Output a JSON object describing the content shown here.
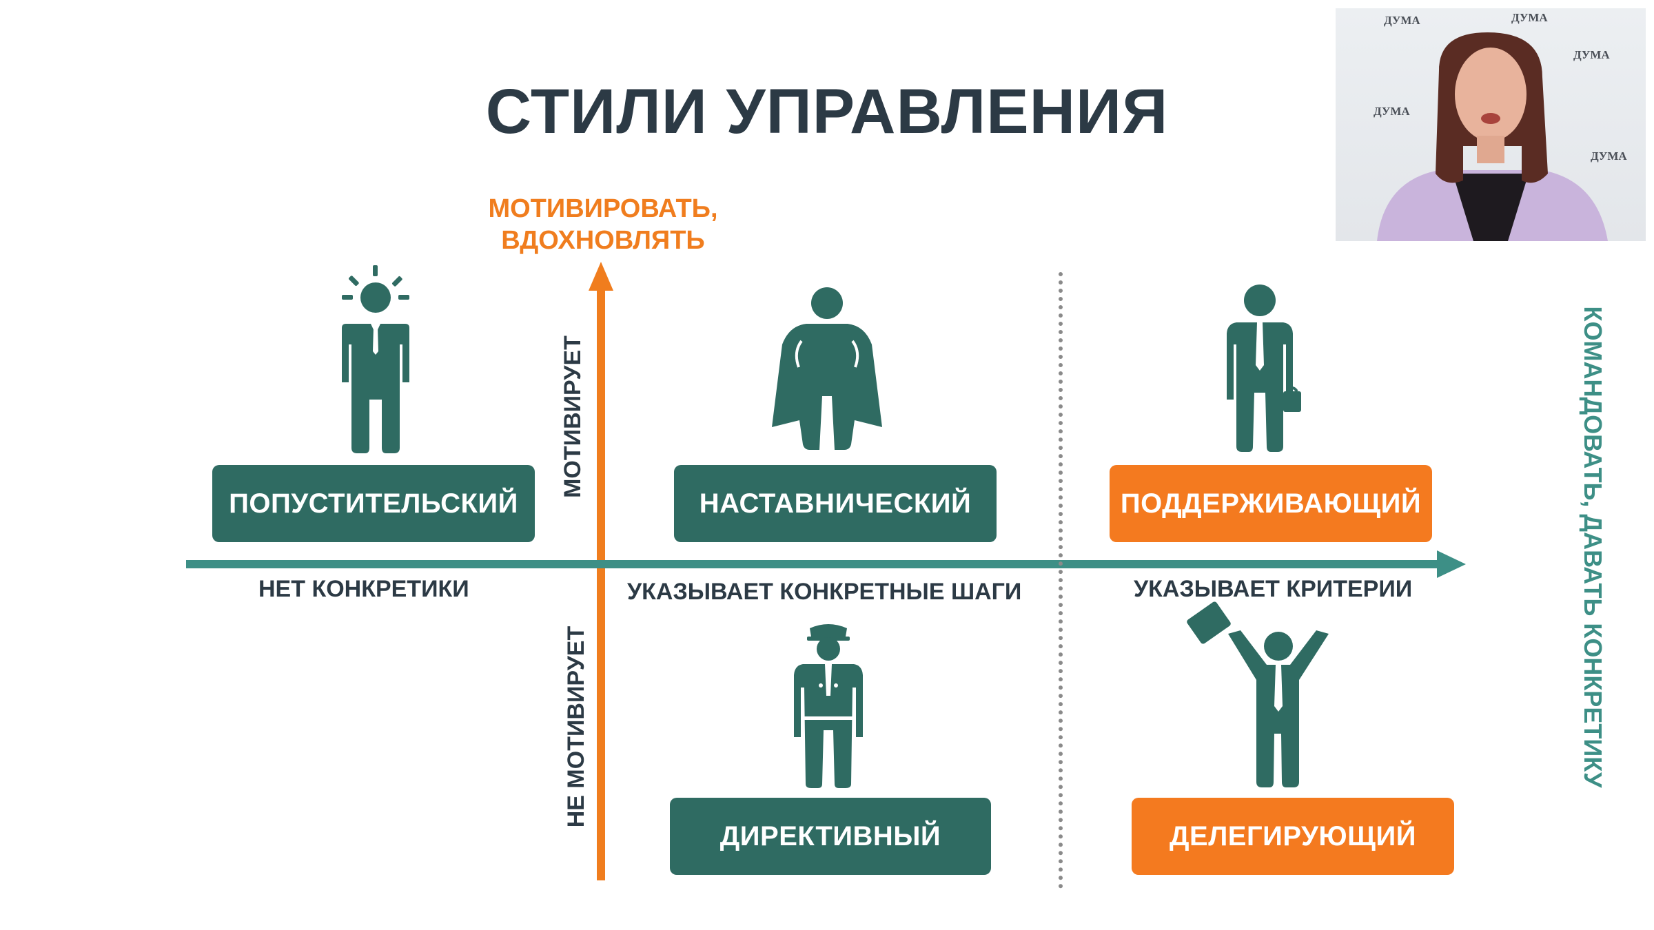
{
  "title": "СТИЛИ УПРАВЛЕНИЯ",
  "axes": {
    "top_label_line1": "МОТИВИРОВАТЬ,",
    "top_label_line2": "ВДОХНОВЛЯТЬ",
    "right_label": "КОМАНДОВАТЬ, ДАВАТЬ КОНКРЕТИКУ",
    "motivates": "МОТИВИРУЕТ",
    "not_motivates": "НЕ МОТИВИРУЕТ",
    "no_specifics": "НЕТ КОНКРЕТИКИ",
    "specific_steps": "УКАЗЫВАЕТ КОНКРЕТНЫЕ ШАГИ",
    "criteria": "УКАЗЫВАЕТ КРИТЕРИИ"
  },
  "styles": {
    "permissive": "ПОПУСТИТЕЛЬСКИЙ",
    "mentoring": "НАСТАВНИЧЕСКИЙ",
    "supporting": "ПОДДЕРЖИВАЮЩИЙ",
    "directive": "ДИРЕКТИВНЫЙ",
    "delegating": "ДЕЛЕГИРУЮЩИЙ"
  },
  "colors": {
    "dark_green": "#2f6b62",
    "teal": "#3d8f86",
    "orange": "#f07d1e",
    "text_dark": "#2c3a45"
  },
  "icons": [
    "idea-person-icon",
    "superhero-icon",
    "businessman-briefcase-icon",
    "officer-icon",
    "celebrating-person-icon"
  ],
  "webcam": {
    "watermark": "ДУМА"
  }
}
